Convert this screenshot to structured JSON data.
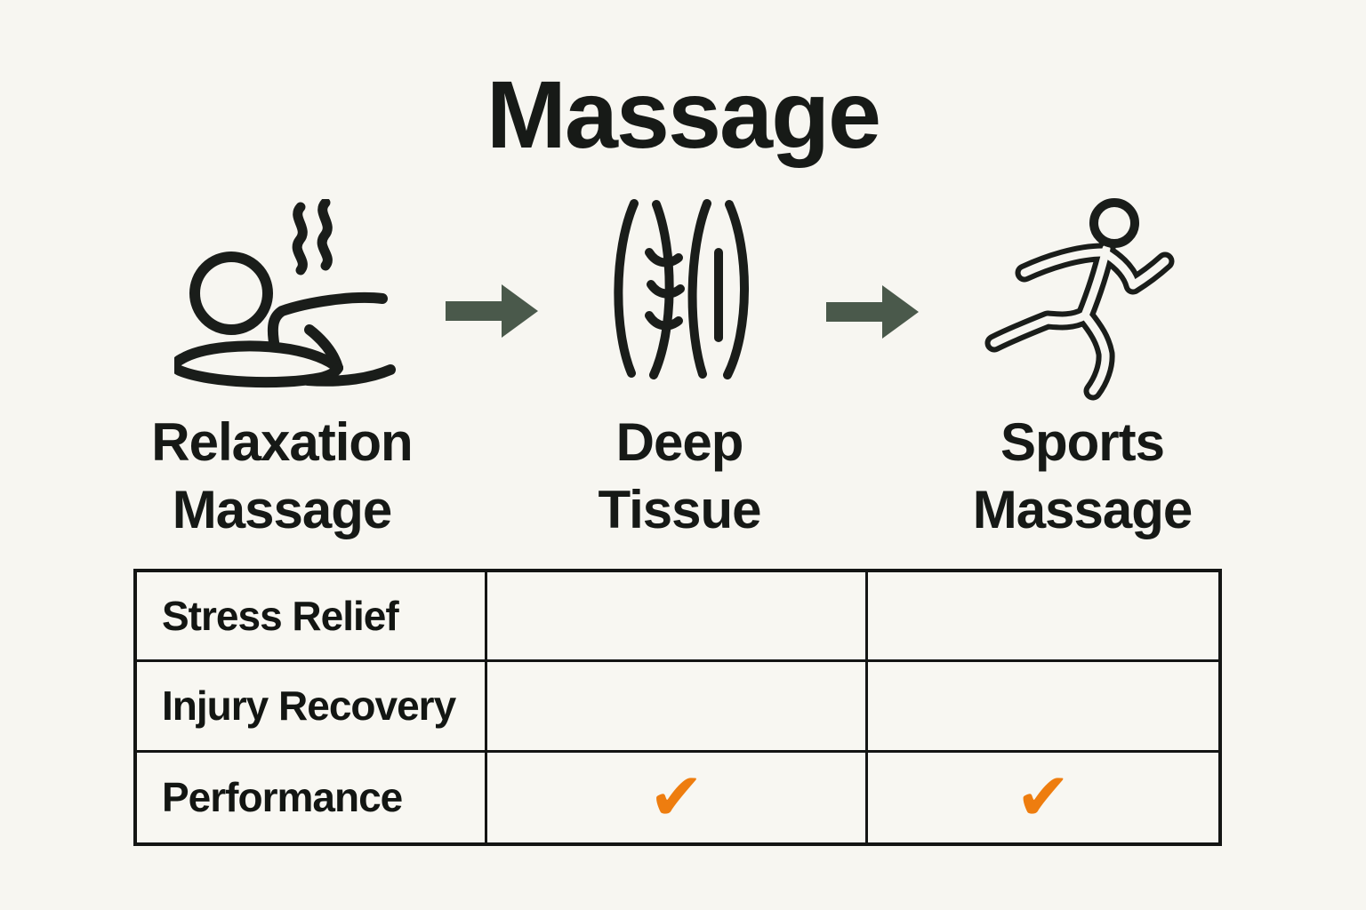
{
  "title": "Massage",
  "colors": {
    "background": "#f7f6f1",
    "ink": "#1a1d1a",
    "arrow_green": "#4a594b",
    "check_orange": "#ee7d0f",
    "table_border": "#141514"
  },
  "flow": {
    "steps": [
      {
        "icon": "relaxing-person-icon",
        "label": "Relaxation Massage"
      },
      {
        "icon": "muscle-fibers-icon",
        "label": "Deep Tissue"
      },
      {
        "icon": "running-person-icon",
        "label": "Sports Massage"
      }
    ]
  },
  "table": {
    "rows": [
      {
        "label": "Stress Relief",
        "cells": [
          "",
          ""
        ]
      },
      {
        "label": "Injury Recovery",
        "cells": [
          "",
          ""
        ]
      },
      {
        "label": "Performance",
        "cells": [
          "✔",
          "✔"
        ]
      }
    ]
  }
}
